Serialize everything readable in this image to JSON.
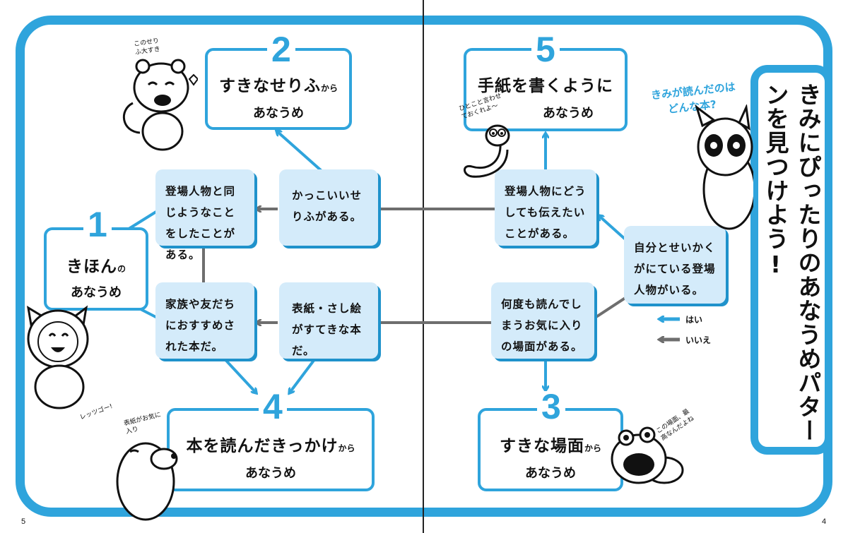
{
  "title": "きみにぴったりのあなうめパターンを見つけよう!",
  "question": {
    "line1": "きみが読んだのは",
    "line2": "どんな本?"
  },
  "questions": {
    "q1": "自分とせいかくがにている登場人物がいる。",
    "q2": "登場人物にどうしても伝えたいことがある。",
    "q3": "何度も読んでしまうお気に入りの場面がある。",
    "q4": "かっこいいせりふがある。",
    "q5": "表紙・さし絵がすてきな本だ。",
    "q6": "登場人物と同じようなことをしたことがある。",
    "q7": "家族や友だちにおすすめされた本だ。"
  },
  "results": [
    {
      "num": "1",
      "main": "きほん",
      "small": "の",
      "sub": "あなうめ"
    },
    {
      "num": "2",
      "main": "すきなせりふ",
      "small": "から",
      "sub": "あなうめ"
    },
    {
      "num": "3",
      "main": "すきな場面",
      "small": "から",
      "sub": "あなうめ"
    },
    {
      "num": "4",
      "main": "本を読んだきっかけ",
      "small": "から",
      "sub": "あなうめ"
    },
    {
      "num": "5",
      "main": "手紙を書くように",
      "small": "",
      "sub": "あなうめ"
    }
  ],
  "legend": {
    "yes": "はい",
    "no": "いいえ"
  },
  "speech": {
    "raccoon": "このせりふ大すき",
    "worm": "ひとこと言わせておくれよ〜",
    "cat": "レッツゴー!",
    "mole": "表紙がお気に入り",
    "frog": "この場面、最高なんだよね"
  },
  "pages": {
    "left": "5",
    "right": "4"
  },
  "colors": {
    "blue": "#2fa4dc",
    "box": "#d4ebfa",
    "gray": "#6e6e6e"
  }
}
